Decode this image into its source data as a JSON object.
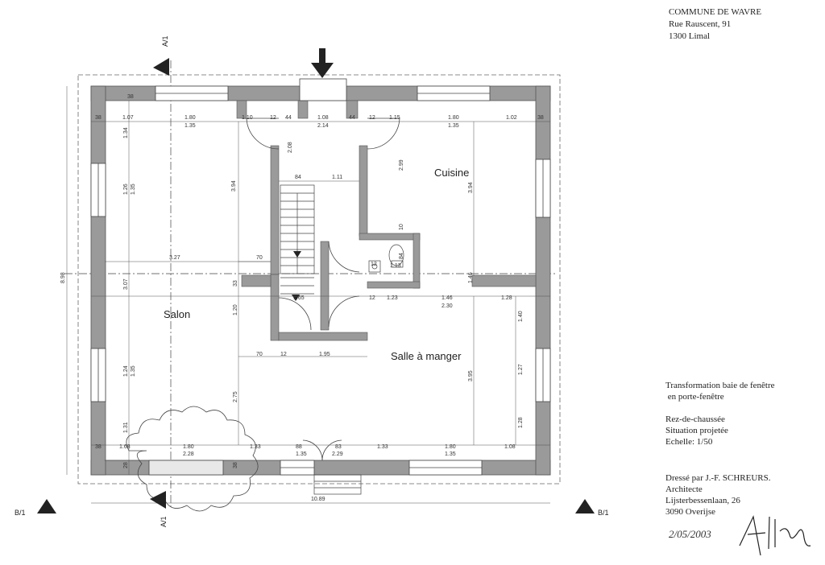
{
  "header": {
    "commune": "COMMUNE DE WAVRE",
    "street": "Rue Rauscent, 91",
    "city": "1300 Limal"
  },
  "rooms": {
    "salon": "Salon",
    "cuisine": "Cuisine",
    "salle_a_manger": "Salle à manger"
  },
  "sections": {
    "a1_top": "A/1",
    "a1_bottom": "A/1",
    "b1_left": "B/1",
    "b1_right": "B/1"
  },
  "notes": {
    "transformation_line1": "Transformation baie de fenêtre",
    "transformation_line2": " en porte-fenêtre",
    "level": "Rez-de-chaussée",
    "situation": "Situation projetée",
    "scale": "Echelle: 1/50"
  },
  "architect": {
    "drawn_by": "Dressé par J.-F. SCHREURS.",
    "title": "Architecte",
    "address": "Lijsterbessenlaan, 26",
    "city": "3090 Overijse"
  },
  "signature": {
    "date": "2/05/2003"
  },
  "dimensions": {
    "top_row": [
      "38",
      "1.07",
      "1.80",
      "1.35",
      "1.10",
      "12",
      "44",
      "1.08",
      "2.14",
      "44",
      "12",
      "1.15",
      "1.80",
      "1.35",
      "1.02",
      "38"
    ],
    "top_wall": "38",
    "total_height": "8.98",
    "total_width": "10.89",
    "salon_left": [
      "1.34",
      "1.26",
      "1.35"
    ],
    "salon_mid": [
      "3.94",
      "3.27",
      "70"
    ],
    "hall": [
      "84",
      "1.11",
      "2.08",
      "2.99",
      "10"
    ],
    "cuisine_right": "3.94",
    "wc": [
      "1.13",
      "84",
      "12"
    ],
    "middle_row": [
      "3.07",
      "1.20",
      "33",
      "1.65",
      "12",
      "1.23",
      "1.46",
      "2.30",
      "1.28"
    ],
    "dining": [
      "70",
      "12",
      "1.95",
      "3.95",
      "1.40",
      "1.27",
      "1.28"
    ],
    "salon_lower": [
      "1.24",
      "1.35",
      "2.75",
      "1.31"
    ],
    "bottom_row": [
      "1.68",
      "1.80",
      "2.28",
      "1.33",
      "88",
      "1.35",
      "83",
      "2.29",
      "1.33",
      "1.80",
      "1.35",
      "1.08"
    ],
    "bottom_small": [
      "28",
      "38",
      "38"
    ]
  }
}
